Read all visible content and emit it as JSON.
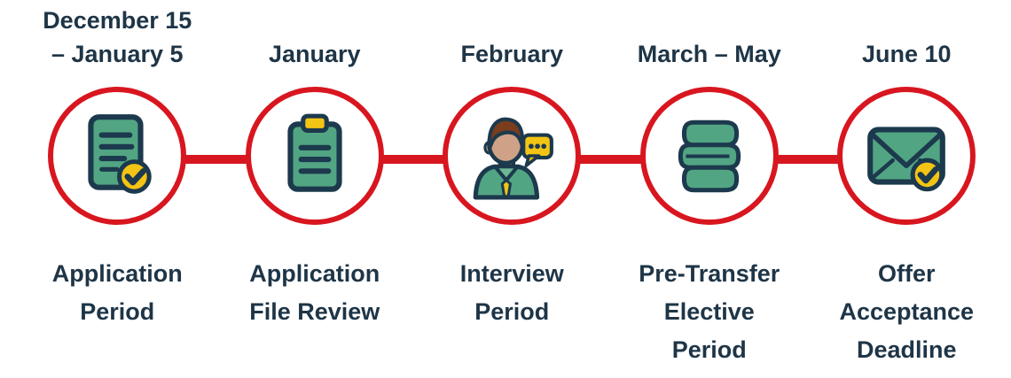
{
  "colors": {
    "background": "#ffffff",
    "red": "#d8161f",
    "green": "#52a583",
    "green_light": "#6cb795",
    "navy": "#1c394d",
    "yellow": "#f3c414",
    "tan": "#cfa287",
    "brown": "#7a3d1e",
    "text": "#1e3547"
  },
  "timeline": {
    "steps": [
      {
        "date_lines": [
          "December 15",
          "– January 5"
        ],
        "icon": "document-check-icon",
        "label_lines": [
          "Application",
          "Period"
        ]
      },
      {
        "date_lines": [
          "January"
        ],
        "icon": "clipboard-icon",
        "label_lines": [
          "Application",
          "File Review"
        ]
      },
      {
        "date_lines": [
          "February"
        ],
        "icon": "interview-person-icon",
        "label_lines": [
          "Interview",
          "Period"
        ]
      },
      {
        "date_lines": [
          "March – May"
        ],
        "icon": "books-stack-icon",
        "label_lines": [
          "Pre-Transfer",
          "Elective",
          "Period"
        ]
      },
      {
        "date_lines": [
          "June 10"
        ],
        "icon": "envelope-check-icon",
        "label_lines": [
          "Offer",
          "Acceptance",
          "Deadline"
        ]
      }
    ]
  }
}
